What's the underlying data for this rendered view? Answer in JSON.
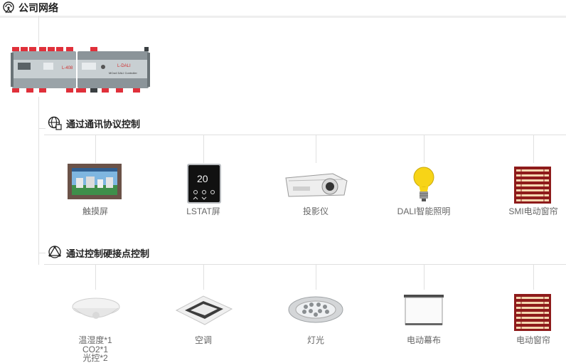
{
  "header": {
    "title": "公司网络",
    "icon": "wifi-pin-icon"
  },
  "controller": {
    "left_label": "L-408",
    "right_label": "L-DALI",
    "right_sublabel": "MCw4 DALI Controller"
  },
  "sections": [
    {
      "title": "通过通讯协议控制",
      "icon": "globe-network-icon",
      "devices": [
        {
          "label": "触摸屏",
          "icon": "touch-screen-icon"
        },
        {
          "label": "LSTAT屏",
          "icon": "lstat-panel-icon",
          "screen_value": "20"
        },
        {
          "label": "投影仪",
          "icon": "projector-icon"
        },
        {
          "label": "DALI智能照明",
          "icon": "light-bulb-icon"
        },
        {
          "label": "SMI电动窗帘",
          "icon": "blinds-icon"
        }
      ]
    },
    {
      "title": "通过控制硬接点控制",
      "icon": "triangle-node-icon",
      "devices": [
        {
          "label_lines": [
            "温湿度*1",
            "CO2*1",
            "光控*2"
          ],
          "icon": "ceiling-sensor-icon"
        },
        {
          "label": "空调",
          "icon": "cassette-ac-icon"
        },
        {
          "label": "灯光",
          "icon": "downlight-icon"
        },
        {
          "label": "电动幕布",
          "icon": "projection-screen-icon"
        },
        {
          "label": "电动窗帘",
          "icon": "blinds-icon"
        }
      ]
    }
  ],
  "colors": {
    "terminal_red": "#e0303a",
    "module_gray": "#8b9499",
    "bulb_yellow": "#f7d417",
    "blind_red": "#8e1b1b"
  }
}
